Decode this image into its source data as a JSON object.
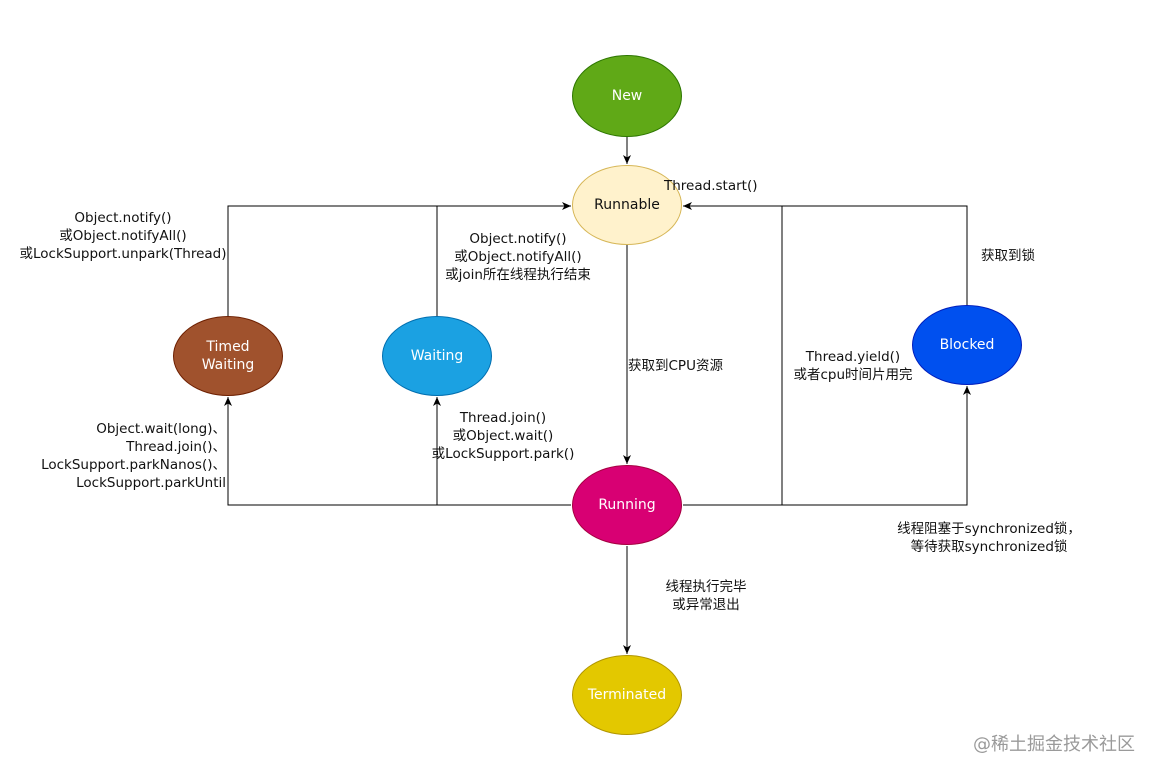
{
  "nodes": {
    "new": {
      "label": "New",
      "fill": "#60A917",
      "stroke": "#2D7600",
      "text_color": "#ffffff"
    },
    "runnable": {
      "label": "Runnable",
      "fill": "#FFF2CC",
      "stroke": "#D6B656",
      "text_color": "#111111"
    },
    "timed_waiting": {
      "label": "Timed\nWaiting",
      "fill": "#A0522D",
      "stroke": "#6D1F00",
      "text_color": "#ffffff"
    },
    "waiting": {
      "label": "Waiting",
      "fill": "#1BA1E2",
      "stroke": "#006EAF",
      "text_color": "#ffffff"
    },
    "blocked": {
      "label": "Blocked",
      "fill": "#0050EF",
      "stroke": "#001DBC",
      "text_color": "#ffffff"
    },
    "running": {
      "label": "Running",
      "fill": "#D80073",
      "stroke": "#A50040",
      "text_color": "#ffffff"
    },
    "terminated": {
      "label": "Terminated",
      "fill": "#E3C800",
      "stroke": "#B09500",
      "text_color": "#ffffff"
    }
  },
  "edge_labels": {
    "thread_start": "Thread.start()",
    "timed_waiting_to_runnable": "Object.notify()\n或Object.notifyAll()\n或LockSupport.unpark(Thread)",
    "waiting_to_runnable": "Object.notify()\n或Object.notifyAll()\n或join所在线程执行结束",
    "acquire_cpu": "获取到CPU资源",
    "yield": "Thread.yield()\n或者cpu时间片用完",
    "acquire_lock": "获取到锁",
    "running_to_timed_waiting": "Object.wait(long)、\nThread.join()、\nLockSupport.parkNanos()、\nLockSupport.parkUntil",
    "running_to_waiting": "Thread.join()\n或Object.wait()\n或LockSupport.park()",
    "running_to_blocked": "线程阻塞于synchronized锁，\n等待获取synchronized锁",
    "running_to_terminated": "线程执行完毕\n或异常退出"
  },
  "watermark": "@稀土掘金技术社区",
  "colors": {
    "line": "#000000"
  }
}
